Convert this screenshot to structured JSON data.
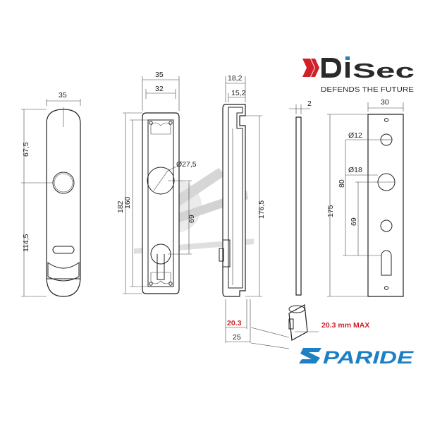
{
  "brand": {
    "logo_name": "DISEC",
    "tagline": "DEFENDS THE FUTURE",
    "watermark": "SPARIDE",
    "red": "#d0202a",
    "dark": "#2a2a2a",
    "blue": "#1d7fc4"
  },
  "view1": {
    "width": "35",
    "upper": "67,5",
    "lower": "114,5"
  },
  "view2": {
    "w_outer": "35",
    "w_inner": "32",
    "h_total": "182",
    "h_inner": "160",
    "d_knob": "Ø27,5",
    "spacing": "69"
  },
  "view3": {
    "d_outer": "18,2",
    "d_inner": "15,2",
    "h": "176,5",
    "cyl_a": "20.3",
    "cyl_b": "25",
    "cyl_max": "20.3 mm MAX"
  },
  "view4": {
    "thickness": "2"
  },
  "view5": {
    "width": "30",
    "h": "175",
    "h2": "80",
    "spacing": "69",
    "d1": "Ø12",
    "d2": "Ø18"
  }
}
